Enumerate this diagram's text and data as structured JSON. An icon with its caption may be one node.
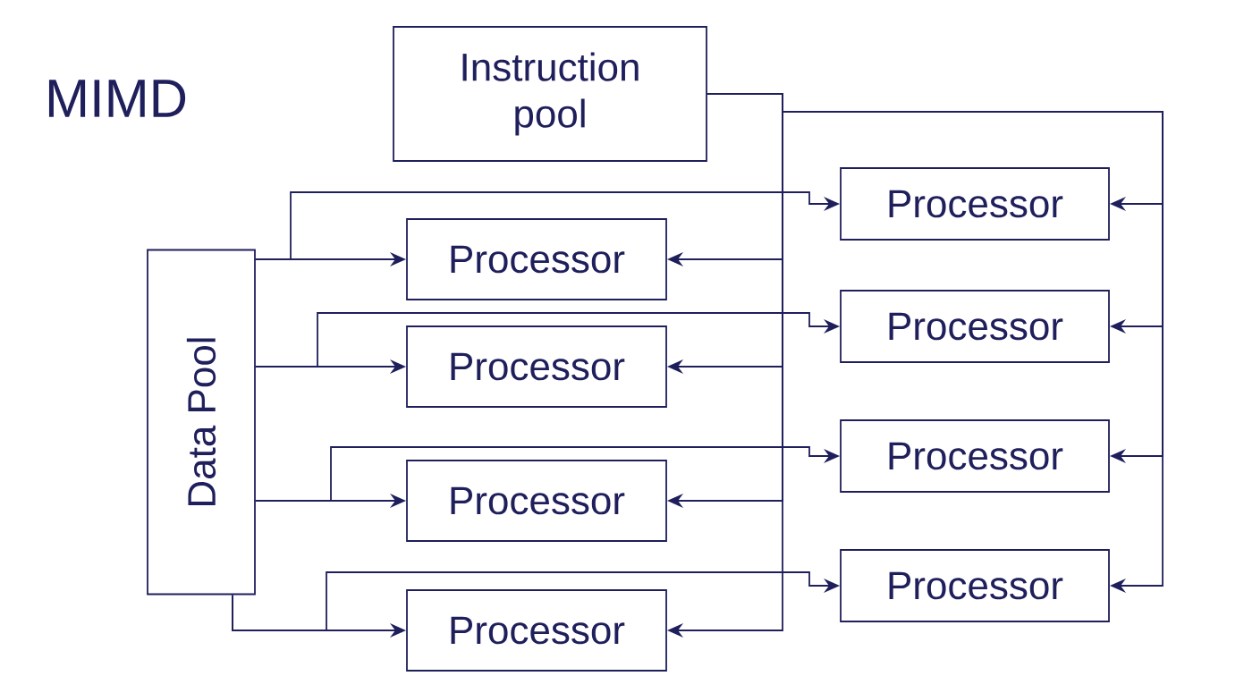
{
  "diagram": {
    "title": "MIMD",
    "nodes": [
      {
        "text": [
          "Instruction pool"
        ]
      },
      {
        "text": [
          "Data Pool"
        ]
      },
      {
        "text": [
          "Processor"
        ]
      },
      {
        "text": [
          "Processor"
        ]
      },
      {
        "text": [
          "Processor"
        ]
      },
      {
        "text": [
          "Processor"
        ]
      },
      {
        "text": [
          "Processor"
        ]
      },
      {
        "text": [
          "Processor"
        ]
      },
      {
        "text": [
          "Processor"
        ]
      },
      {
        "text": [
          "Processor"
        ]
      }
    ],
    "edges": [
      {
        "from": 1,
        "to": 2,
        "arrow": "to"
      },
      {
        "from": 1,
        "to": 3,
        "arrow": "to"
      },
      {
        "from": 1,
        "to": 4,
        "arrow": "to"
      },
      {
        "from": 1,
        "to": 5,
        "arrow": "to"
      },
      {
        "from": 1,
        "to": 6,
        "arrow": "to"
      },
      {
        "from": 1,
        "to": 7,
        "arrow": "to"
      },
      {
        "from": 1,
        "to": 8,
        "arrow": "to"
      },
      {
        "from": 1,
        "to": 9,
        "arrow": "to"
      },
      {
        "from": 0,
        "to": 2,
        "arrow": "to"
      },
      {
        "from": 0,
        "to": 3,
        "arrow": "to"
      },
      {
        "from": 0,
        "to": 4,
        "arrow": "to"
      },
      {
        "from": 0,
        "to": 5,
        "arrow": "to"
      },
      {
        "from": 0,
        "to": 6,
        "arrow": "to"
      },
      {
        "from": 0,
        "to": 7,
        "arrow": "to"
      },
      {
        "from": 0,
        "to": 8,
        "arrow": "to"
      },
      {
        "from": 0,
        "to": 9,
        "arrow": "to"
      }
    ]
  }
}
